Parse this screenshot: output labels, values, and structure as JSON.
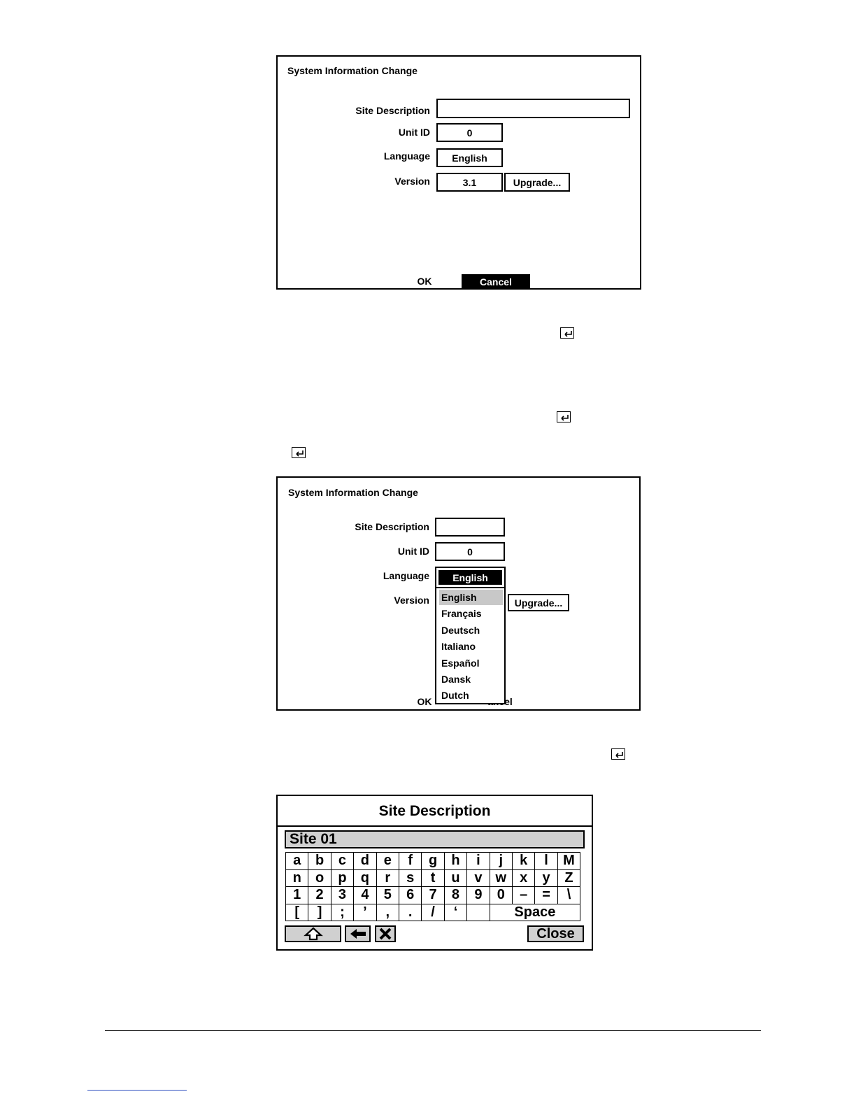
{
  "dialog1": {
    "title": "System Information Change",
    "labels": {
      "site_description": "Site Description",
      "unit_id": "Unit ID",
      "language": "Language",
      "version": "Version"
    },
    "values": {
      "site_description": "",
      "unit_id": "0",
      "language": "English",
      "version": "3.1"
    },
    "upgrade_label": "Upgrade...",
    "ok_label": "OK",
    "cancel_label": "Cancel"
  },
  "dialog2": {
    "title": "System Information Change",
    "labels": {
      "site_description": "Site Description",
      "unit_id": "Unit ID",
      "language": "Language",
      "version": "Version"
    },
    "values": {
      "site_description": "",
      "unit_id": "0",
      "language": "English"
    },
    "upgrade_label": "Upgrade...",
    "ok_label": "OK",
    "cancel_label_partial": "ancel",
    "language_options": [
      "English",
      "Français",
      "Deutsch",
      "Italiano",
      "Español",
      "Dansk",
      "Dutch"
    ],
    "selected_option": "English"
  },
  "keyboard": {
    "title": "Site Description",
    "input_value": "Site 01",
    "rows": [
      [
        "a",
        "b",
        "c",
        "d",
        "e",
        "f",
        "g",
        "h",
        "i",
        "j",
        "k",
        "l",
        "M"
      ],
      [
        "n",
        "o",
        "p",
        "q",
        "r",
        "s",
        "t",
        "u",
        "v",
        "w",
        "x",
        "y",
        "Z"
      ],
      [
        "1",
        "2",
        "3",
        "4",
        "5",
        "6",
        "7",
        "8",
        "9",
        "0",
        "–",
        "=",
        "\\"
      ],
      [
        "[",
        "]",
        ";",
        "’",
        ",",
        ".",
        "/",
        "‘",
        ""
      ]
    ],
    "space_label": "Space",
    "close_label": "Close",
    "icons": [
      "shift-icon",
      "backspace-icon",
      "clear-icon"
    ]
  }
}
